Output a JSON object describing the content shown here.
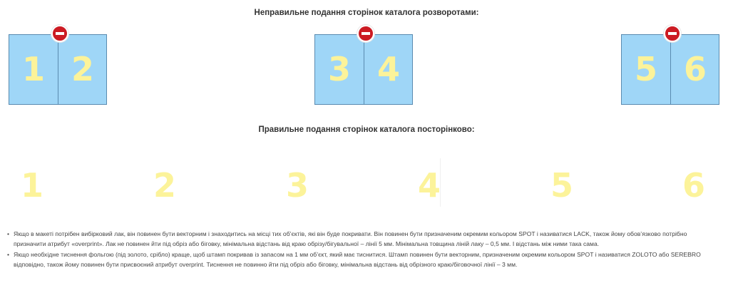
{
  "headings": {
    "incorrect": "Неправильне подання сторінок каталога розворотами:",
    "correct": "Правильне подання сторінок каталога посторінково:"
  },
  "spreads": [
    {
      "left": "1",
      "right": "2"
    },
    {
      "left": "3",
      "right": "4"
    },
    {
      "left": "5",
      "right": "6"
    }
  ],
  "single_pages": [
    "1",
    "2",
    "3",
    "4",
    "5",
    "6"
  ],
  "notes": [
    "Якщо в макеті потрібен вибірковий лак, він повинен бути векторним і знаходитись на місці тих об’єктів, які він буде покривати. Він повинен бути призначеним окремим кольором SPOT і називатися LACK, також йому обов’язково потрібно призначити атрибут «overprint». Лак не повинен йти під обріз або біговку, мінімальна відстань від краю обрізу/бігувальної – лінії 5 мм. Мінімальна товщина ліній лаку – 0,5 мм. І відстань між ними така сама.",
    "Якщо необхідне тиснення фольгою (під золото, срібло) краще, щоб штамп покривав із запасом на 1 мм об’єкт, який має тиснитися. Штамп повинен бути векторним, призначеним окремим кольором SPOT і називатися ZOLOTO або SEREBRO відповідно, також йому повинен бути присвоєний атрибут overprint. Тиснення не повинно йти під обріз або біговку, мінімальна відстань від обрізного краю/біговочної лінії – 3 мм."
  ],
  "colors": {
    "page_fill": "#9fd6f7",
    "page_number": "#fcf39a",
    "stop_icon": "#cc1b23"
  }
}
